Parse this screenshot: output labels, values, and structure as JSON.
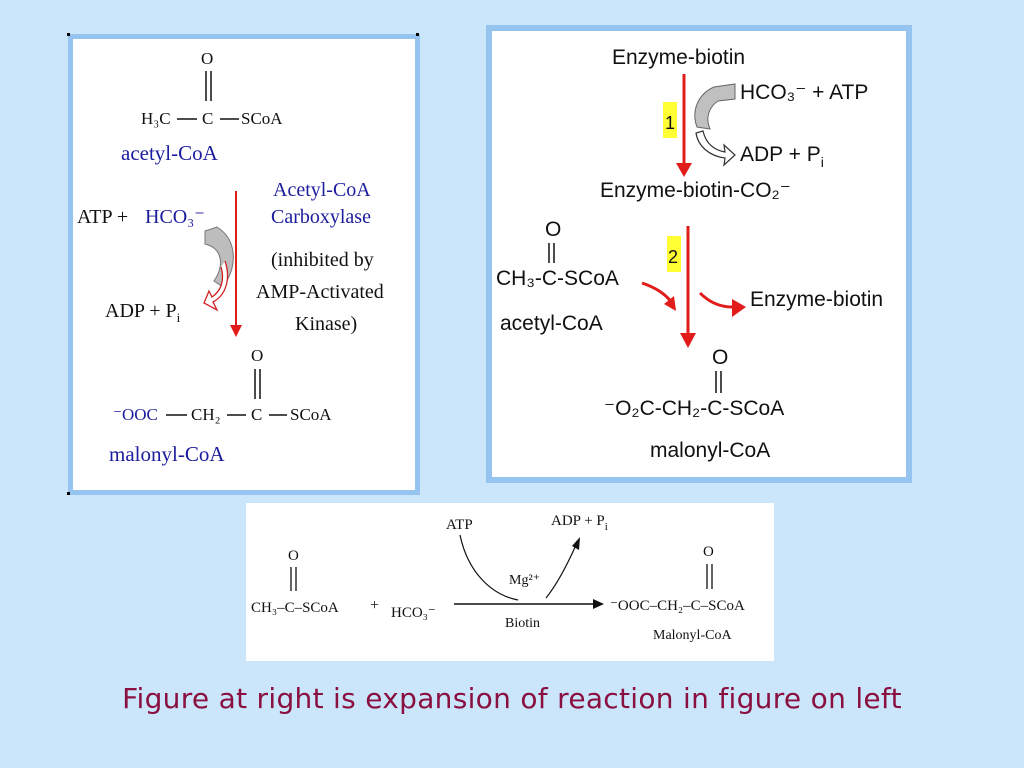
{
  "left": {
    "acetyl": {
      "o": "O",
      "h3c": "H₃C",
      "c": "C",
      "scoa": "SCoA",
      "name": "acetyl-CoA"
    },
    "atp": "ATP +",
    "hco3": "HCO₃⁻",
    "adp": "ADP + P",
    "adp_sub": "i",
    "enzyme_line1": "Acetyl-CoA",
    "enzyme_line2": "Carboxylase",
    "note1": "(inhibited by",
    "note2": "AMP-Activated",
    "note3": "Kinase)",
    "malonyl": {
      "o": "O",
      "ooc": "⁻OOC",
      "ch2": "CH₂",
      "c": "C",
      "scoa": "SCoA",
      "name": "malonyl-CoA"
    },
    "colors": {
      "blue_text": "#1c1c9e",
      "arrow": "#e21b1b"
    }
  },
  "right": {
    "enzyme_biotin": "Enzyme-biotin",
    "hco3_atp": "HCO₃⁻ + ATP",
    "step1": "1",
    "adp_pi": "ADP + P",
    "adp_sub": "i",
    "enzyme_biotin_co2": "Enzyme-biotin-CO₂⁻",
    "acetyl_o": "O",
    "acetyl_formula": "CH₃-C-SCoA",
    "acetyl_name": "acetyl-CoA",
    "step2": "2",
    "enzyme_biotin_out": "Enzyme-biotin",
    "malonyl_o": "O",
    "malonyl_formula": "⁻O₂C-CH₂-C-SCoA",
    "malonyl_name": "malonyl-CoA",
    "colors": {
      "highlight": "#ffff33",
      "arrow": "#e21b1b",
      "curve_fill": "#c0c0c0"
    }
  },
  "bottom": {
    "acetyl_o": "O",
    "acetyl_formula": "CH₃–C–SCoA",
    "plus": "+",
    "hco3": "HCO₃⁻",
    "atp": "ATP",
    "adp": "ADP + P",
    "adp_sub": "i",
    "mg": "Mg²⁺",
    "biotin": "Biotin",
    "malonyl_o": "O",
    "malonyl_formula": "⁻OOC–CH₂–C–SCoA",
    "malonyl_name": "Malonyl-CoA"
  },
  "caption": "Figure at right is expansion of reaction in figure on left"
}
